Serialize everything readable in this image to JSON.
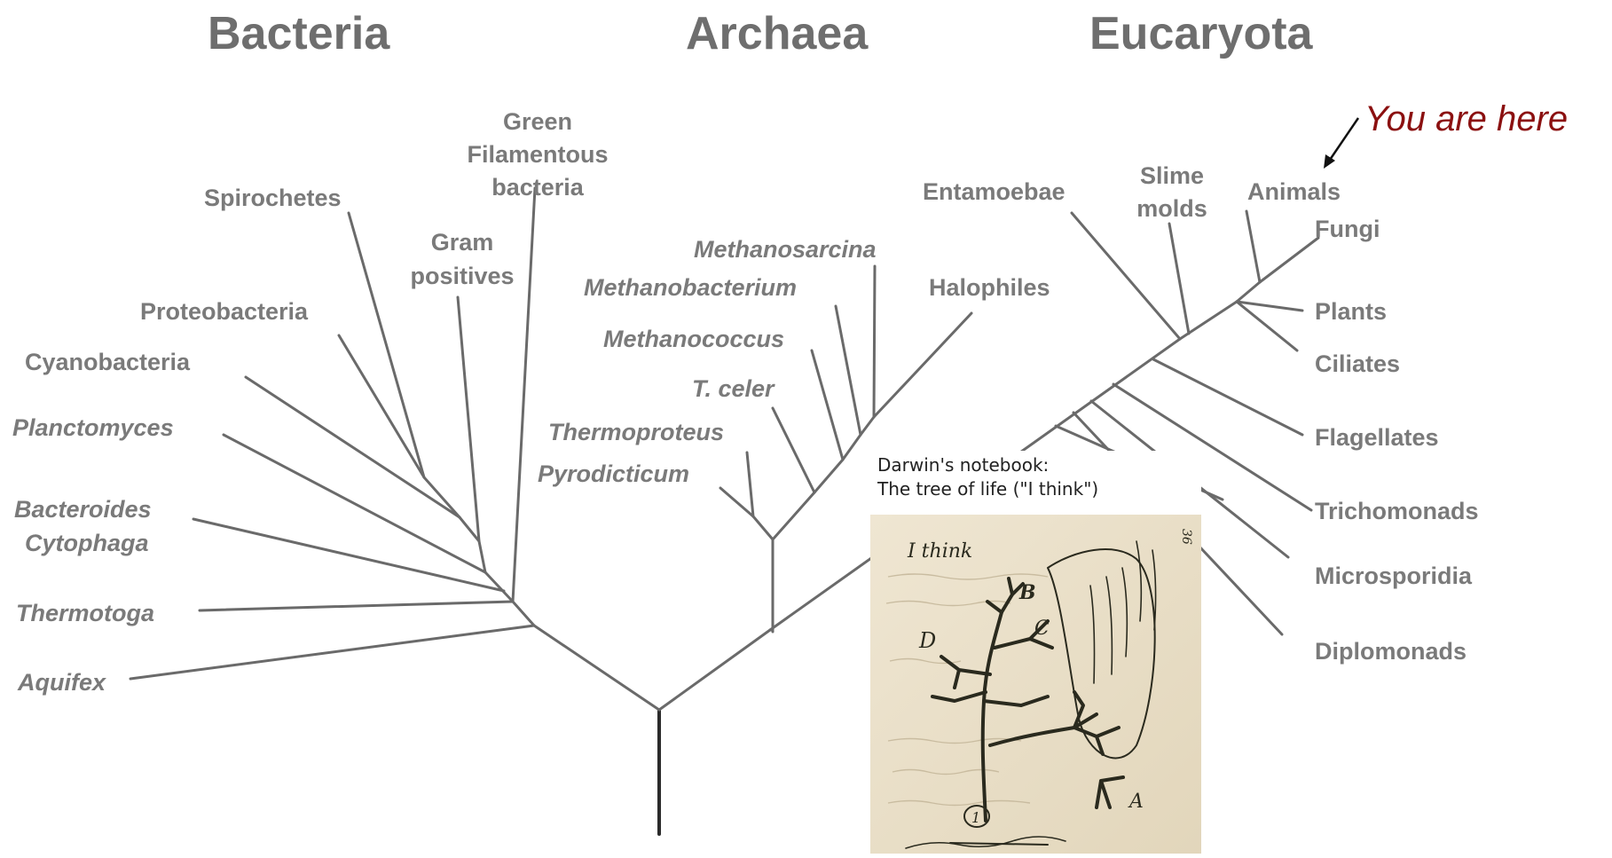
{
  "domains": {
    "bacteria": "Bacteria",
    "archaea": "Archaea",
    "eucaryota": "Eucaryota"
  },
  "bacteria_labels": {
    "green_1": "Green",
    "green_2": "Filamentous",
    "green_3": "bacteria",
    "spirochetes": "Spirochetes",
    "gram_1": "Gram",
    "gram_2": "positives",
    "proteobacteria": "Proteobacteria",
    "cyanobacteria": "Cyanobacteria",
    "planctomyces": "Planctomyces",
    "bacteroides_1": "Bacteroides",
    "bacteroides_2": "Cytophaga",
    "thermotoga": "Thermotoga",
    "aquifex": "Aquifex"
  },
  "archaea_labels": {
    "methanosarcina": "Methanosarcina",
    "methanobacterium": "Methanobacterium",
    "halophiles": "Halophiles",
    "methanococcus": "Methanococcus",
    "t_celer": "T. celer",
    "thermoproteus": "Thermoproteus",
    "pyrodicticum": "Pyrodicticum"
  },
  "eucaryota_labels": {
    "entamoebae": "Entamoebae",
    "slime_1": "Slime",
    "slime_2": "molds",
    "animals": "Animals",
    "fungi": "Fungi",
    "plants": "Plants",
    "ciliates": "Ciliates",
    "flagellates": "Flagellates",
    "trichomonads": "Trichomonads",
    "microsporidia": "Microsporidia",
    "diplomonads": "Diplomonads"
  },
  "annotation": {
    "you_are_here": "You are here"
  },
  "inset": {
    "caption_line1": "Darwin's notebook:",
    "caption_line2": "The tree of life (\"I think\")",
    "notebook_text": {
      "i_think": "I think",
      "b": "B",
      "c": "C",
      "d": "D",
      "a": "A",
      "one": "1",
      "page": "36"
    }
  },
  "colors": {
    "label_gray": "#7a7a7a",
    "branch_gray": "#6a6a6a",
    "annotation_red": "#8b1010",
    "paper": "#ece3cf"
  }
}
